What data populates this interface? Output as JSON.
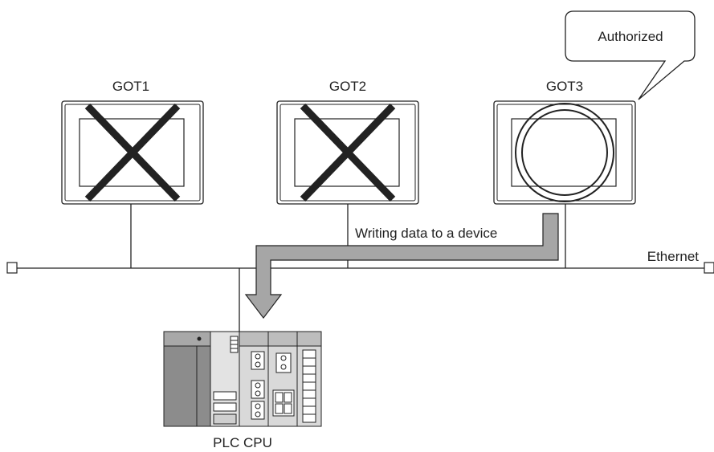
{
  "diagram": {
    "callout_text": "Authorized",
    "terminals": [
      {
        "label": "GOT1",
        "status": "denied",
        "mark": "x-mark"
      },
      {
        "label": "GOT2",
        "status": "denied",
        "mark": "x-mark"
      },
      {
        "label": "GOT3",
        "status": "authorized",
        "mark": "circle-mark"
      }
    ],
    "flow_label": "Writing data to a device",
    "network_label": "Ethernet",
    "plc_label": "PLC CPU"
  },
  "colors": {
    "line": "#222222",
    "arrow_fill": "#a6a6a6",
    "plc_dark": "#8c8c8c",
    "plc_light": "#d9d9d9"
  }
}
